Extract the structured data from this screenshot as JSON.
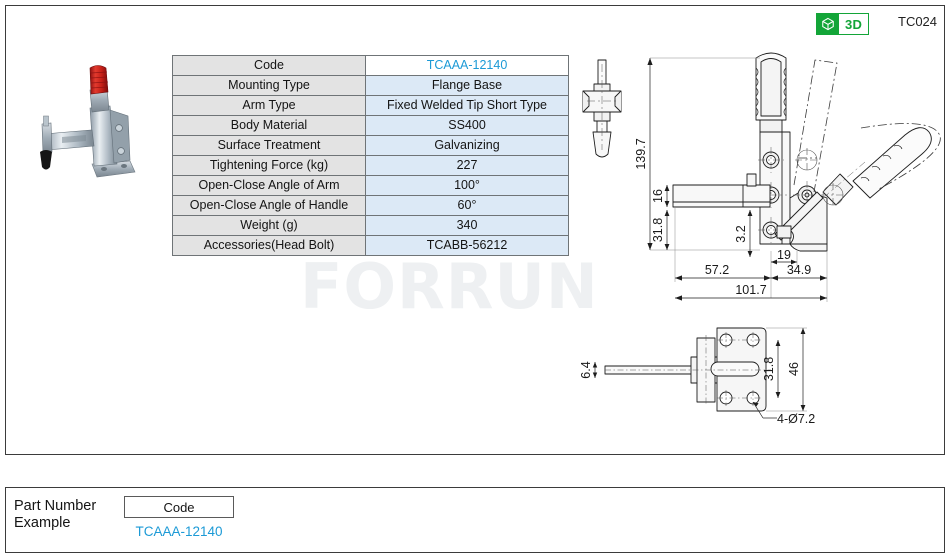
{
  "header": {
    "badge_3d_label": "3D",
    "badge_3d_icon": "cube-icon",
    "series_code": "TC024",
    "badge_color": "#13a538"
  },
  "product": {
    "photo_alt": "vertical-toggle-clamp-photo",
    "handle_color": "#cc1f1f",
    "body_color": "#b9c3cb",
    "tip_color": "#1a1a1a"
  },
  "watermark": {
    "text": "FORRUN",
    "color": "#eef0f2"
  },
  "spec_table": {
    "rows": [
      {
        "label": "Code",
        "value": "TCAAA-12140",
        "highlight": true
      },
      {
        "label": "Mounting Type",
        "value": "Flange Base",
        "highlight": false
      },
      {
        "label": "Arm Type",
        "value": "Fixed Welded Tip Short Type",
        "highlight": false
      },
      {
        "label": "Body Material",
        "value": "SS400",
        "highlight": false
      },
      {
        "label": "Surface Treatment",
        "value": "Galvanizing",
        "highlight": false
      },
      {
        "label": "Tightening Force (kg)",
        "value": "227",
        "highlight": false
      },
      {
        "label": "Open-Close Angle of Arm",
        "value": "100°",
        "highlight": false
      },
      {
        "label": "Open-Close  Angle of Handle",
        "value": "60°",
        "highlight": false
      },
      {
        "label": "Weight (g)",
        "value": "340",
        "highlight": false
      },
      {
        "label": "Accessories(Head Bolt)",
        "value": "TCABB-56212",
        "highlight": false
      }
    ],
    "label_bg": "#e3e3e3",
    "value_bg": "#dce9f6",
    "code_text_color": "#1c9ad6"
  },
  "drawing": {
    "side_view_dimensions": {
      "total_height": "139.7",
      "arm_height": "16",
      "base_to_arm": "31.8",
      "plate_thickness": "3.2",
      "pivot_offset": "19",
      "base_length": "34.9",
      "arm_length": "57.2",
      "total_length": "101.7"
    },
    "top_view_dimensions": {
      "rod_diameter": "6.4",
      "hole_spacing": "31.8",
      "base_width": "46",
      "holes": "4-Ø7.2"
    }
  },
  "part_number_example": {
    "title_line1": "Part Number",
    "title_line2": "Example",
    "box_label": "Code",
    "example_value": "TCAAA-12140"
  }
}
